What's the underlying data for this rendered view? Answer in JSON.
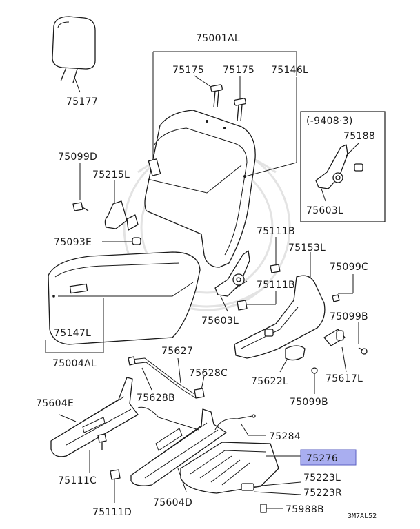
{
  "diagram": {
    "highlight_color": "#a9aef0",
    "highlight_border": "#5a5fc2",
    "line_color": "#1a1a1a"
  },
  "labels": {
    "p75001AL": "75001AL",
    "p75175a": "75175",
    "p75175b": "75175",
    "p75146L": "75146L",
    "p75177": "75177",
    "p75099D": "75099D",
    "p75215L": "75215L",
    "p75093E": "75093E",
    "p75147L": "75147L",
    "p75004AL": "75004AL",
    "p75111Ba": "75111B",
    "p75153L": "75153L",
    "p75111Bb": "75111B",
    "p75099C": "75099C",
    "p75603La": "75603L",
    "p75099Ba": "75099B",
    "p75627": "75627",
    "p75628C": "75628C",
    "p75628B": "75628B",
    "p75622L": "75622L",
    "p75617L": "75617L",
    "p75099Bb": "75099B",
    "p75604E": "75604E",
    "p75284": "75284",
    "p75276": "75276",
    "p75223L": "75223L",
    "p75223R": "75223R",
    "p75111C": "75111C",
    "p75604D": "75604D",
    "p75111D": "75111D",
    "p75988B": "75988B",
    "inset_date": "(-9408·3)",
    "inset_75188": "75188",
    "inset_75603L": "75603L",
    "figure_code": "3M7AL52"
  }
}
